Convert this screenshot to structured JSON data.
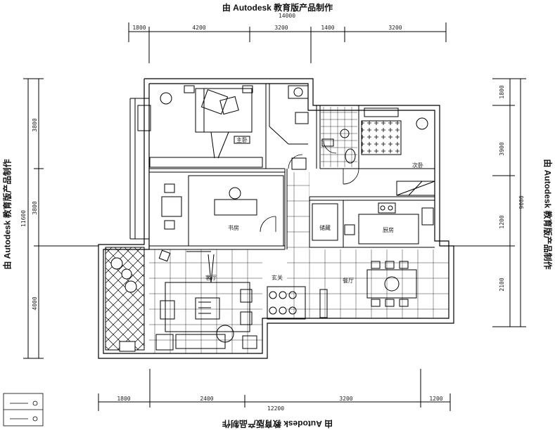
{
  "watermark": "由 Autodesk 教育版产品制作",
  "dimensions": {
    "top_total": "14000",
    "top": [
      "1800",
      "4200",
      "3200",
      "1400",
      "3200"
    ],
    "bottom_total": "12200",
    "bottom": [
      "1800",
      "2400",
      "3200",
      "1200"
    ],
    "left_total": "11600",
    "left": [
      "3800",
      "3800",
      "4000"
    ],
    "right_total": "9000",
    "right": [
      "1800",
      "3900",
      "1200",
      "2100"
    ]
  },
  "room_labels": {
    "bedroom_1": "主卧",
    "kitchen": "厨房",
    "study": "书房",
    "storage": "储藏",
    "dining_label": "餐厅",
    "bedroom_2": "次卧",
    "entry": "玄关",
    "living": "客厅"
  },
  "legend": [
    "",
    ""
  ]
}
